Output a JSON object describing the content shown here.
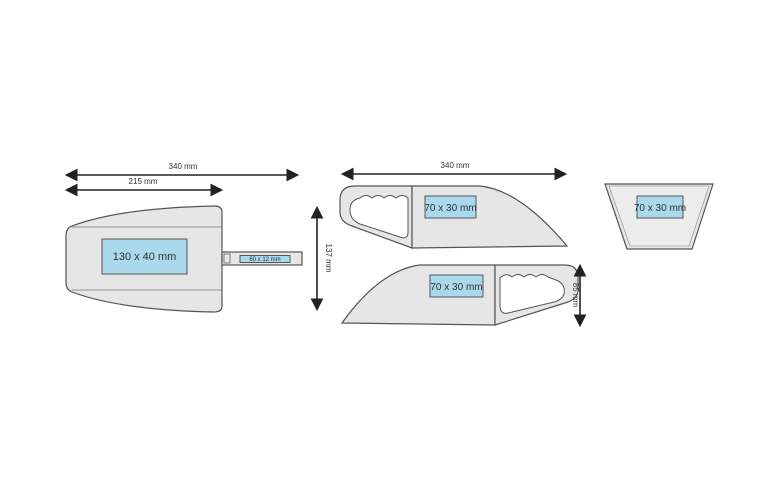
{
  "dimensions": {
    "scoop_total_length": "340 mm",
    "scoop_blade_length": "215 mm",
    "scoop_width": "137 mm",
    "knife_length": "340 mm",
    "knife_height": "85 mm"
  },
  "print_areas": {
    "scoop_body": "130 x 40 mm",
    "scoop_handle": "60 x 12 mm",
    "knife_top": "70 x 30 mm",
    "knife_bottom": "70 x 30 mm",
    "side_view": "70 x 30 mm"
  },
  "colors": {
    "print_area": "#aad8ec",
    "body": "#e6e6e6",
    "outline": "#555555"
  }
}
